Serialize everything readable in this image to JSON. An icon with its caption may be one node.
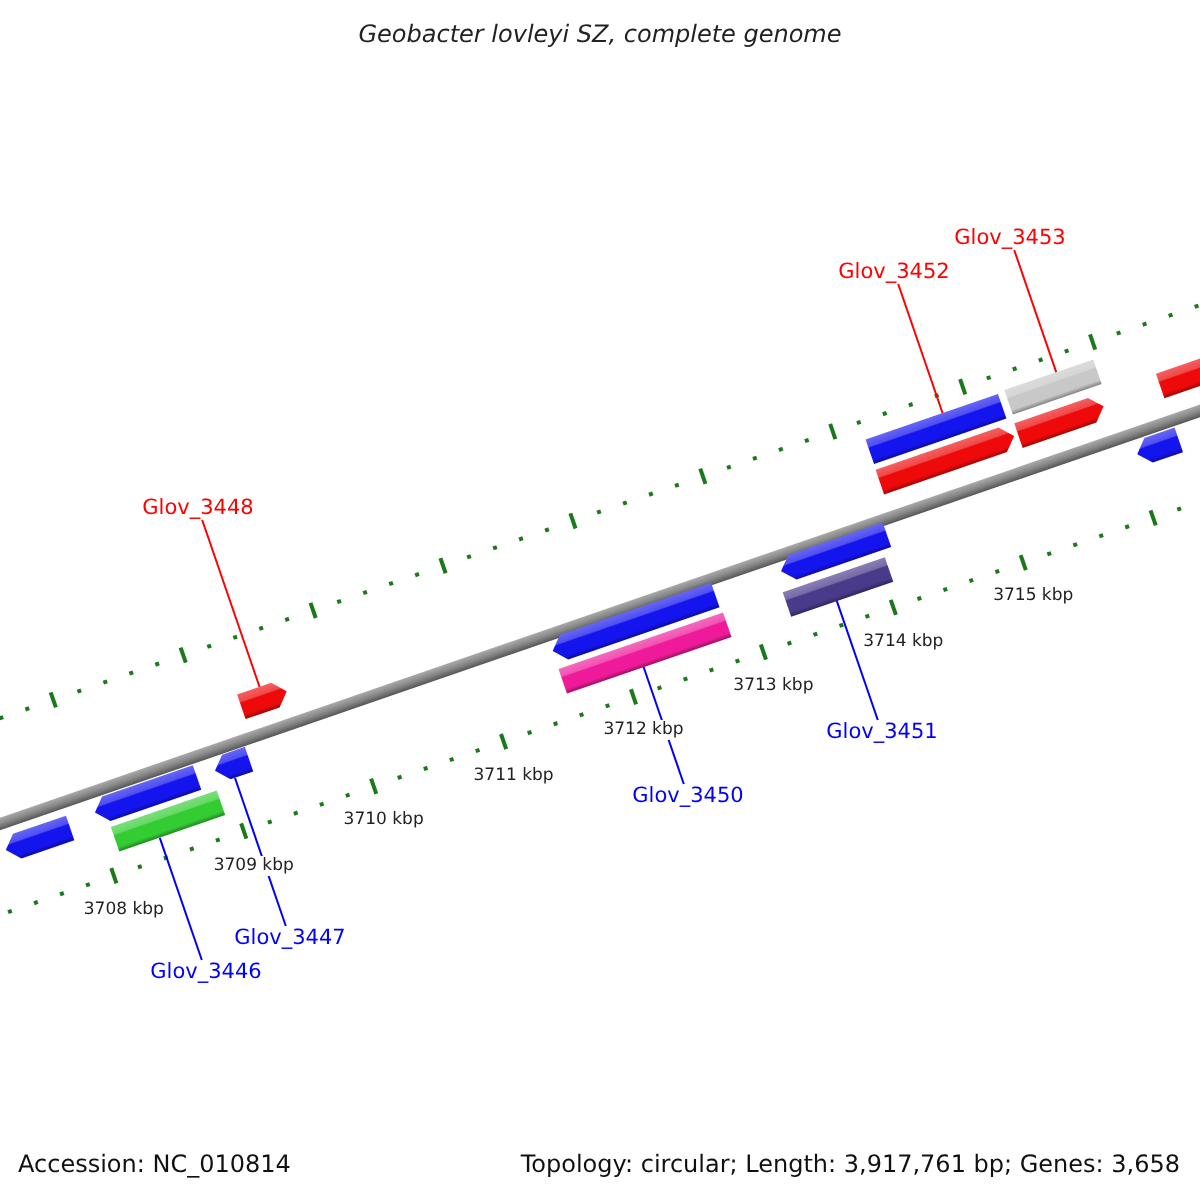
{
  "diagram": {
    "title": "Geobacter lovleyi SZ, complete genome",
    "nodes": [
      {
        "text": [
          "Glov_3453"
        ]
      },
      {
        "text": [
          "Glov_3452"
        ]
      },
      {
        "text": [
          "Glov_3448"
        ]
      },
      {
        "text": [
          "Glov_3451"
        ]
      },
      {
        "text": [
          "Glov_3450"
        ]
      },
      {
        "text": [
          "Glov_3447"
        ]
      },
      {
        "text": [
          "Glov_3446"
        ]
      },
      {
        "text": [],
        "shape": "arrow"
      },
      {
        "text": [],
        "shape": "arrow"
      },
      {
        "text": [],
        "shape": "bar"
      },
      {
        "text": [],
        "shape": "arrow"
      },
      {
        "text": [],
        "shape": "arrow"
      },
      {
        "text": [],
        "shape": "arrow"
      },
      {
        "text": [],
        "shape": "bar"
      },
      {
        "text": [],
        "shape": "arrow"
      },
      {
        "text": [],
        "shape": "bar"
      },
      {
        "text": [],
        "shape": "arrow"
      },
      {
        "text": [],
        "shape": "bar"
      },
      {
        "text": [],
        "shape": "arrow"
      },
      {
        "text": [],
        "shape": "bar"
      },
      {
        "text": [],
        "shape": "arrow"
      },
      {
        "text": [],
        "shape": "arrow"
      }
    ],
    "edges": [
      {
        "from": 0,
        "to": 19,
        "arrow": "none",
        "color": "#ff0000"
      },
      {
        "from": 1,
        "to": 17,
        "arrow": "none",
        "color": "#ff0000"
      },
      {
        "from": 2,
        "to": 11,
        "arrow": "none",
        "color": "#ff0000"
      },
      {
        "from": 3,
        "to": 15,
        "arrow": "none"
      },
      {
        "from": 4,
        "to": 13,
        "arrow": "none"
      },
      {
        "from": 5,
        "to": 10,
        "arrow": "none"
      },
      {
        "from": 6,
        "to": 9,
        "arrow": "none"
      }
    ],
    "labels": [
      "3708 kbp",
      "3709 kbp",
      "3710 kbp",
      "3711 kbp",
      "3712 kbp",
      "3713 kbp",
      "3714 kbp",
      "3715 kbp",
      "Accession: NC_010814",
      "Topology: circular; Length: 3,917,761 bp; Genes: 3,658"
    ]
  }
}
